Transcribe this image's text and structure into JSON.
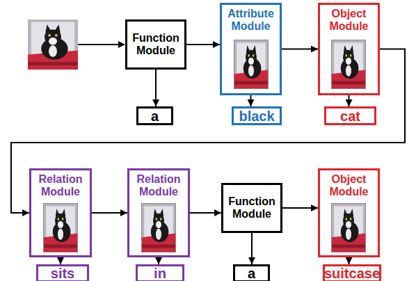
{
  "diagram": {
    "nodes": [
      {
        "text": [
          "Function Module"
        ]
      },
      {
        "text": [
          "Attribute Module"
        ]
      },
      {
        "text": [
          "Object Module"
        ]
      },
      {
        "text": [
          "a"
        ]
      },
      {
        "text": [
          "black"
        ]
      },
      {
        "text": [
          "cat"
        ]
      },
      {
        "text": [
          "Relation Module"
        ]
      },
      {
        "text": [
          "Relation Module"
        ]
      },
      {
        "text": [
          "Function Module"
        ]
      },
      {
        "text": [
          "Object Module"
        ]
      },
      {
        "text": [
          "sits"
        ]
      },
      {
        "text": [
          "in"
        ]
      },
      {
        "text": [
          "a"
        ]
      },
      {
        "text": [
          "suitcase"
        ]
      }
    ],
    "edges": [
      {
        "from": 0,
        "to": 1,
        "arrow": "to"
      },
      {
        "from": 1,
        "to": 2,
        "arrow": "to"
      },
      {
        "from": 2,
        "to": 6,
        "arrow": "to"
      },
      {
        "from": 6,
        "to": 7,
        "arrow": "to"
      },
      {
        "from": 7,
        "to": 8,
        "arrow": "to"
      },
      {
        "from": 8,
        "to": 9,
        "arrow": "to"
      },
      {
        "from": 0,
        "to": 3,
        "arrow": "to"
      },
      {
        "from": 1,
        "to": 4,
        "arrow": "to"
      },
      {
        "from": 2,
        "to": 5,
        "arrow": "to"
      },
      {
        "from": 6,
        "to": 10,
        "arrow": "to"
      },
      {
        "from": 7,
        "to": 11,
        "arrow": "to"
      },
      {
        "from": 8,
        "to": 12,
        "arrow": "to"
      },
      {
        "from": 9,
        "to": 13,
        "arrow": "to"
      }
    ]
  }
}
